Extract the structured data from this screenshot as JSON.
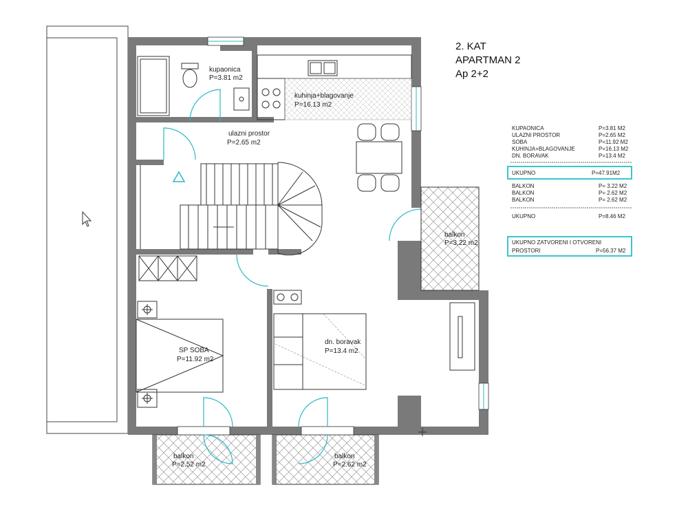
{
  "title": {
    "line1": "2. KAT",
    "line2": "APARTMAN 2",
    "line3": "Ap 2+2"
  },
  "rooms": {
    "kupaonica": {
      "name": "kupaonica",
      "area": "P=3.81 m2"
    },
    "kuhinja": {
      "name": "kuhinja+blagovanje",
      "area": "P=16.13 m2"
    },
    "ulazni": {
      "name": "ulazni prostor",
      "area": "P=2.65 m2"
    },
    "soba": {
      "name": "SP SOBA",
      "area": "P=11.92 m2"
    },
    "boravak": {
      "name": "dn. boravak",
      "area": "P=13.4 m2"
    },
    "balkon_right": {
      "name": "balkon",
      "area": "P=3.22 m2"
    },
    "balkon_left": {
      "name": "balkon",
      "area": "P=2.52 m2"
    },
    "balkon_mid": {
      "name": "balkon",
      "area": "P=2.62 m2"
    }
  },
  "area_table": {
    "rows": [
      {
        "name": "KUPAONICA",
        "value": "P=3.81 M2"
      },
      {
        "name": "ULAZNI PROSTOR",
        "value": "P=2.65 M2"
      },
      {
        "name": "SOBA",
        "value": "P=11.92 M2"
      },
      {
        "name": "KUHINJA+BLAGOVANJE",
        "value": "P=16.13 M2"
      },
      {
        "name": "DN. BORAVAK",
        "value": "P=13.4 M2"
      }
    ],
    "total": {
      "name": "UKUPNO",
      "value": "P=47.91M2"
    },
    "balcony_rows": [
      {
        "name": "BALKON",
        "value": "P= 3.22 M2"
      },
      {
        "name": "BALKON",
        "value": "P= 2.62 M2"
      },
      {
        "name": "BALKON",
        "value": "P= 2.62 M2"
      }
    ],
    "balcony_total": {
      "name": "UKUPNO",
      "value": "P=8.46 M2"
    },
    "grand_total": {
      "line1": "UKUPNO ZATVORENI I OTVORENI",
      "line2": "PROSTORI",
      "value": "P=56.37 M2"
    }
  },
  "colors": {
    "wall": "#7a7a7a",
    "accent": "#3cc4cf"
  }
}
